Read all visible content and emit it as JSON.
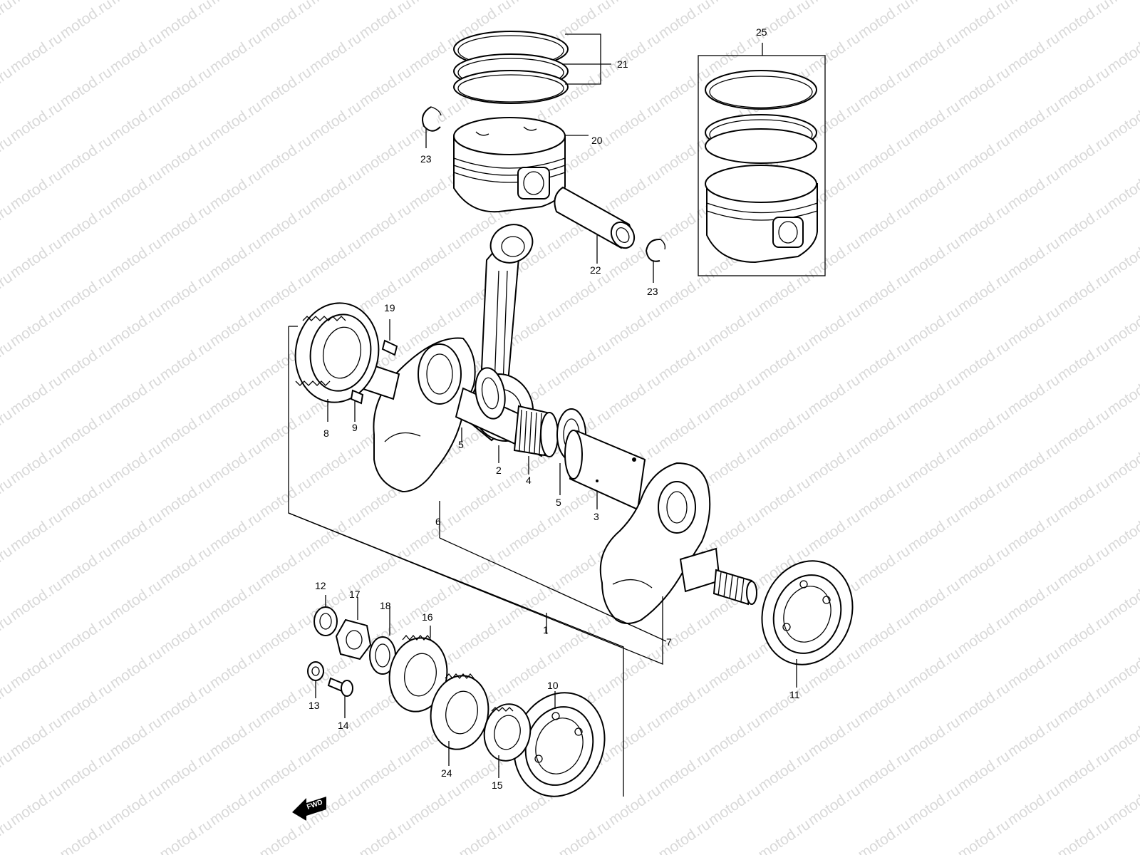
{
  "watermark": "motod.ru",
  "fwd_label": "FWD",
  "labels": {
    "l1": "1",
    "l2": "2",
    "l3": "3",
    "l4": "4",
    "l5a": "5",
    "l5b": "5",
    "l6": "6",
    "l7": "7",
    "l8": "8",
    "l9": "9",
    "l10": "10",
    "l11": "11",
    "l12": "12",
    "l13": "13",
    "l14": "14",
    "l15": "15",
    "l16": "16",
    "l17": "17",
    "l18": "18",
    "l19": "19",
    "l20": "20",
    "l21": "21",
    "l22": "22",
    "l23a": "23",
    "l23b": "23",
    "l24": "24",
    "l25": "25"
  }
}
